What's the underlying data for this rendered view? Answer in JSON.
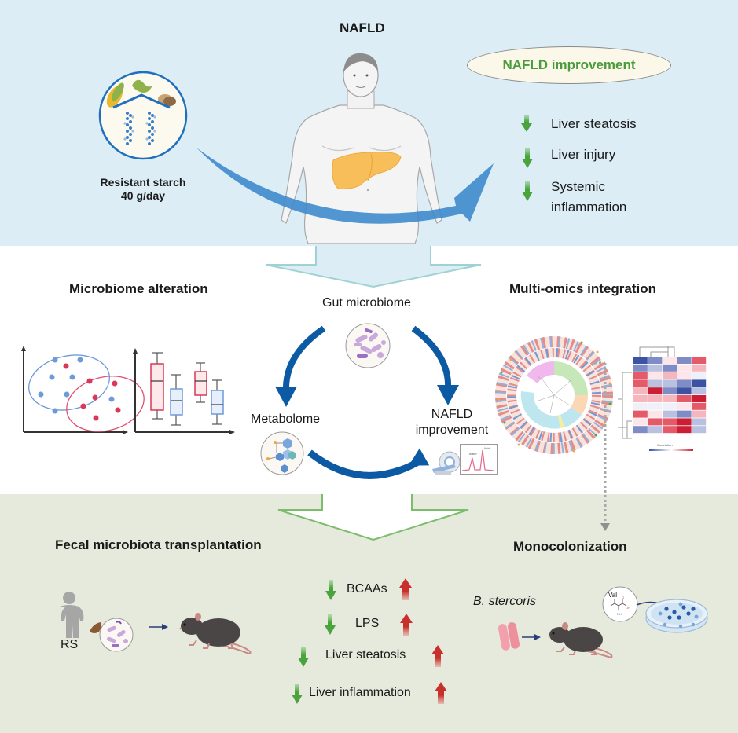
{
  "colors": {
    "top_band": "#dcedf6",
    "bottom_band": "#e5eadc",
    "flow_arrow": "#0b5aa3",
    "big_arrow_blue": "#3a88cc",
    "down_green": "#4aa33c",
    "up_red": "#c8302c",
    "improvement_text": "#4a9b3a"
  },
  "top_section": {
    "title": "NAFLD",
    "intervention": {
      "icon": "resistant-starch-foods-icon",
      "label_line1": "Resistant starch",
      "label_line2": "40 g/day"
    },
    "figure_icon": "obese-human-with-fatty-liver-icon",
    "outcome_badge": "NAFLD improvement",
    "outcomes": [
      {
        "direction": "down",
        "text": "Liver steatosis"
      },
      {
        "direction": "down",
        "text": "Liver injury"
      },
      {
        "direction": "down",
        "text_line1": "Systemic",
        "text_line2": "inflammation"
      }
    ]
  },
  "middle_section": {
    "left_title": "Microbiome alteration",
    "right_title": "Multi-omics integration",
    "cycle": {
      "top": "Gut microbiome",
      "left": "Metabolome",
      "right_line1": "NAFLD",
      "right_line2": "improvement"
    },
    "heatmap_legend_label": "Correlation"
  },
  "bottom_section": {
    "left_title": "Fecal microbiota transplantation",
    "donor_label": "RS",
    "effects": [
      {
        "text": "BCAAs",
        "rs": "down",
        "control": "up"
      },
      {
        "text": "LPS",
        "rs": "down",
        "control": "up"
      },
      {
        "text": "Liver steatosis",
        "rs": "down",
        "control": "up"
      },
      {
        "text": "Liver inflammation",
        "rs": "down",
        "control": "up"
      }
    ],
    "right_title": "Monocolonization",
    "bacterium": "B. stercoris",
    "metabolite_label": "Val"
  }
}
